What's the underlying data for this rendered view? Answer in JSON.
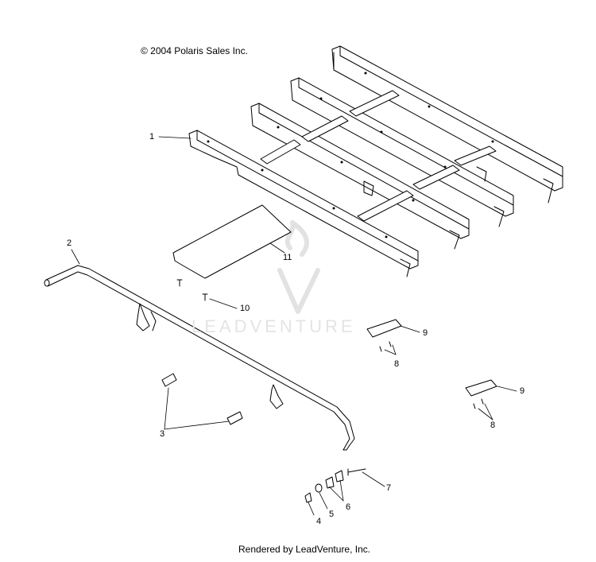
{
  "copyright": "© 2004 Polaris Sales Inc.",
  "footer": "Rendered by LeadVenture, Inc.",
  "watermark": "LEADVENTURE",
  "callouts": {
    "c1": "1",
    "c2": "2",
    "c3": "3",
    "c4": "4",
    "c5": "5",
    "c6": "6",
    "c7": "7",
    "c8a": "8",
    "c8b": "8",
    "c9a": "9",
    "c9b": "9",
    "c10": "10",
    "c11": "11"
  }
}
